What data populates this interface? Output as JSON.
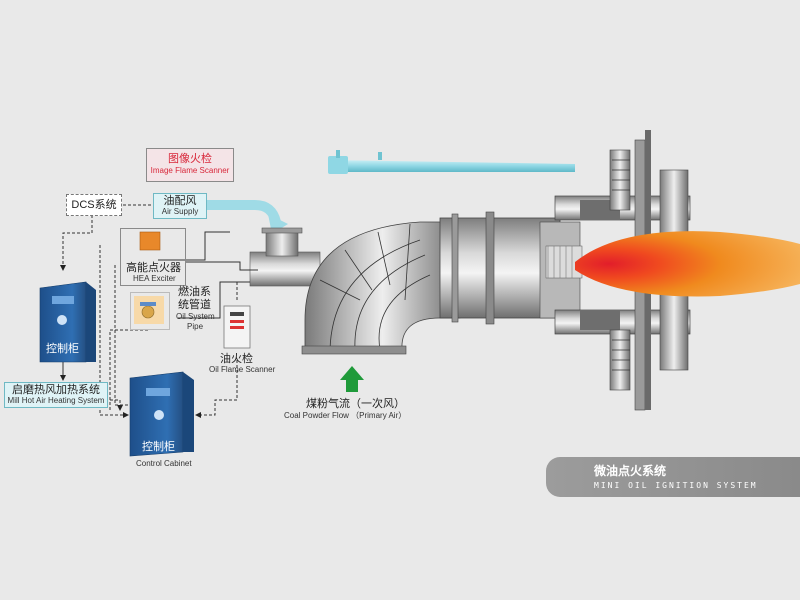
{
  "scanner": {
    "cn": "图像火检",
    "en": "Image Flame Scanner"
  },
  "dcs": {
    "cn": "DCS系统"
  },
  "air_supply": {
    "cn": "油配风",
    "en": "Air Supply"
  },
  "exciter": {
    "cn": "高能点火器",
    "en": "HEA Exciter"
  },
  "oil_pipe": {
    "cn1": "燃油系",
    "cn2": "统管道",
    "en1": "Oil System",
    "en2": "Pipe"
  },
  "oil_scanner": {
    "cn": "油火检",
    "en": "Oil Flame Scanner"
  },
  "cabinet_left": {
    "cn": "控制柜"
  },
  "heating": {
    "cn": "启磨热风加热系统",
    "en": "Mill Hot Air Heating System"
  },
  "cabinet_main": {
    "cn": "控制柜",
    "en": "Control Cabinet"
  },
  "coal_flow": {
    "cn": "煤粉气流（一次风）",
    "en": "Coal Powder Flow （Primary Air）"
  },
  "title": {
    "cn": "微油点火系统",
    "en": "MINI OIL IGNITION SYSTEM"
  },
  "colors": {
    "pipe_cyan": "#9fdbe6",
    "flame_orange": "#f08a1e",
    "flame_red": "#e21e2a",
    "arrow_green": "#1f9a3a",
    "cabinet_blue": "#2f6fb3"
  }
}
